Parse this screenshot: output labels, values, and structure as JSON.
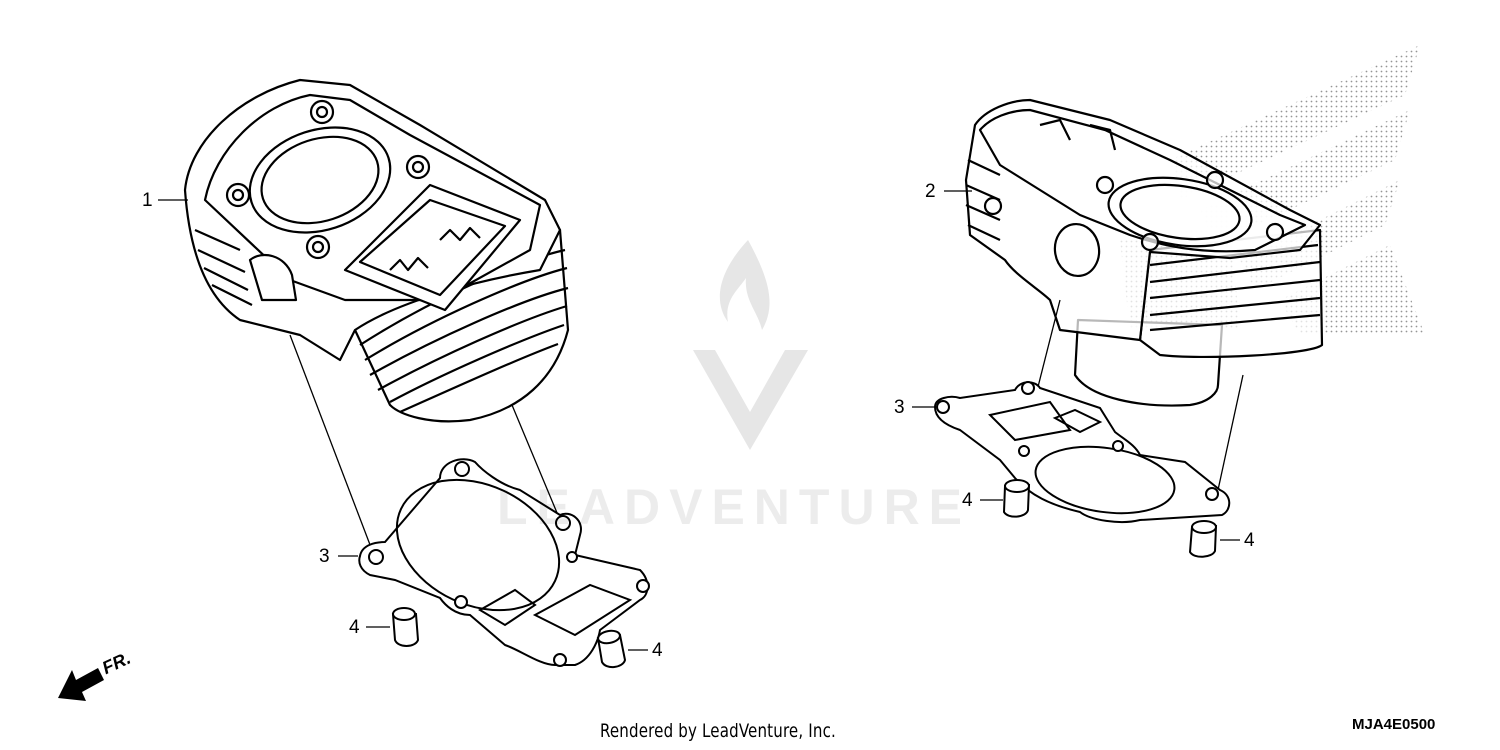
{
  "watermark": {
    "text": "LEADVENTURE"
  },
  "callouts": {
    "left_cylinder": "1",
    "right_cylinder": "2",
    "left_gasket": "3",
    "left_dowel_a": "4",
    "left_dowel_b": "4",
    "right_gasket": "3",
    "right_dowel_a": "4",
    "right_dowel_b": "4"
  },
  "direction_indicator": {
    "label": "FR.",
    "icon": "arrow-down-left-icon"
  },
  "footer": {
    "credit": "Rendered by LeadVenture, Inc."
  },
  "diagram_code": "MJA4E0500",
  "colors": {
    "line": "#000000",
    "background": "#ffffff",
    "stipple": "#8a8a8a",
    "watermark": "#d9d9d9"
  }
}
